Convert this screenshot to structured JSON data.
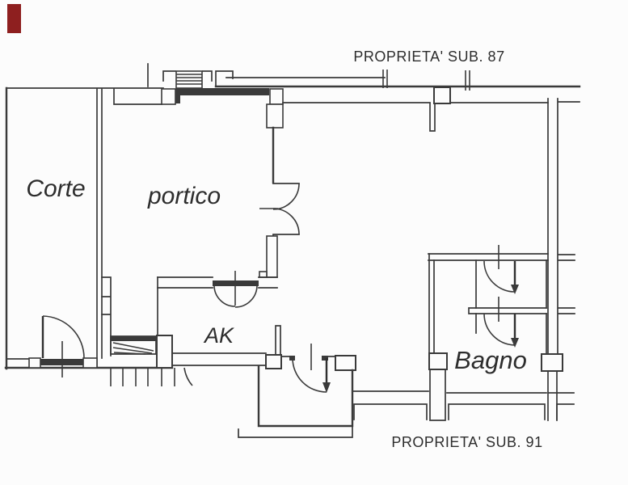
{
  "plan": {
    "annotations": {
      "property_top": "PROPRIETA' SUB. 87",
      "property_bottom": "PROPRIETA' SUB. 91"
    },
    "rooms": [
      {
        "id": "corte",
        "label": "Corte"
      },
      {
        "id": "portico",
        "label": "portico"
      },
      {
        "id": "ak",
        "label": "AK"
      },
      {
        "id": "bagno",
        "label": "Bagno"
      }
    ],
    "colors": {
      "ink": "#3a3a3a",
      "paper": "#fcfcfc",
      "stamp": "#8e1f1f"
    }
  }
}
